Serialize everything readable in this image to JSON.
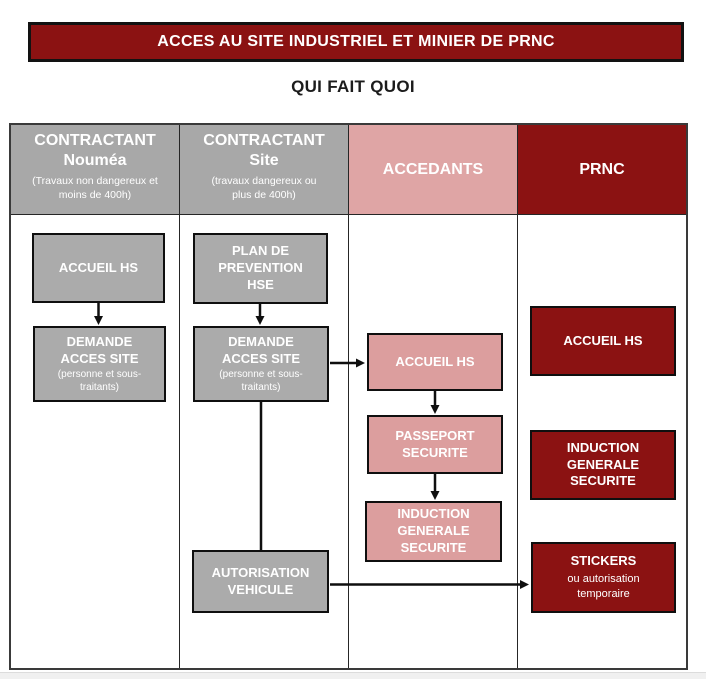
{
  "banner": {
    "title": "ACCES AU SITE INDUSTRIEL ET MINIER DE PRNC"
  },
  "subtitle": "QUI FAIT QUOI",
  "colors": {
    "dark_red": "#8b1212",
    "pink_header": "#dfa5a5",
    "pink_box": "#dc9e9e",
    "gray_header": "#a8a8a8",
    "gray_box": "#ababab"
  },
  "columns": [
    {
      "title": "CONTRACTANT",
      "name": "Nouméa",
      "note": "(Travaux non dangereux et\nmoins de 400h)"
    },
    {
      "title": "CONTRACTANT",
      "name": "Site",
      "note": "(travaux dangereux ou\nplus de 400h)"
    },
    {
      "title": "ACCEDANTS"
    },
    {
      "title": "PRNC"
    }
  ],
  "boxes": {
    "contractant_noumea": {
      "accueil_hs": {
        "label": "ACCUEIL HS"
      },
      "demande_acces": {
        "label": "DEMANDE\nACCES SITE",
        "note": "(personne et sous-\ntraitants)"
      }
    },
    "contractant_site": {
      "plan_prevention": {
        "label": "PLAN DE\nPREVENTION\nHSE"
      },
      "demande_acces": {
        "label": "DEMANDE\nACCES SITE",
        "note": "(personne et sous-\ntraitants)"
      },
      "autorisation_vehicule": {
        "label": "AUTORISATION\nVEHICULE"
      }
    },
    "accedants": {
      "accueil_hs": {
        "label": "ACCUEIL HS"
      },
      "passeport_securite": {
        "label": "PASSEPORT\nSECURITE"
      },
      "induction_generale": {
        "label": "INDUCTION\nGENERALE\nSECURITE"
      }
    },
    "prnc": {
      "accueil_hs": {
        "label": "ACCUEIL HS"
      },
      "induction_generale": {
        "label": "INDUCTION\nGENERALE\nSECURITE"
      },
      "stickers": {
        "label": "STICKERS",
        "note": "ou autorisation\ntemporaire"
      }
    }
  }
}
